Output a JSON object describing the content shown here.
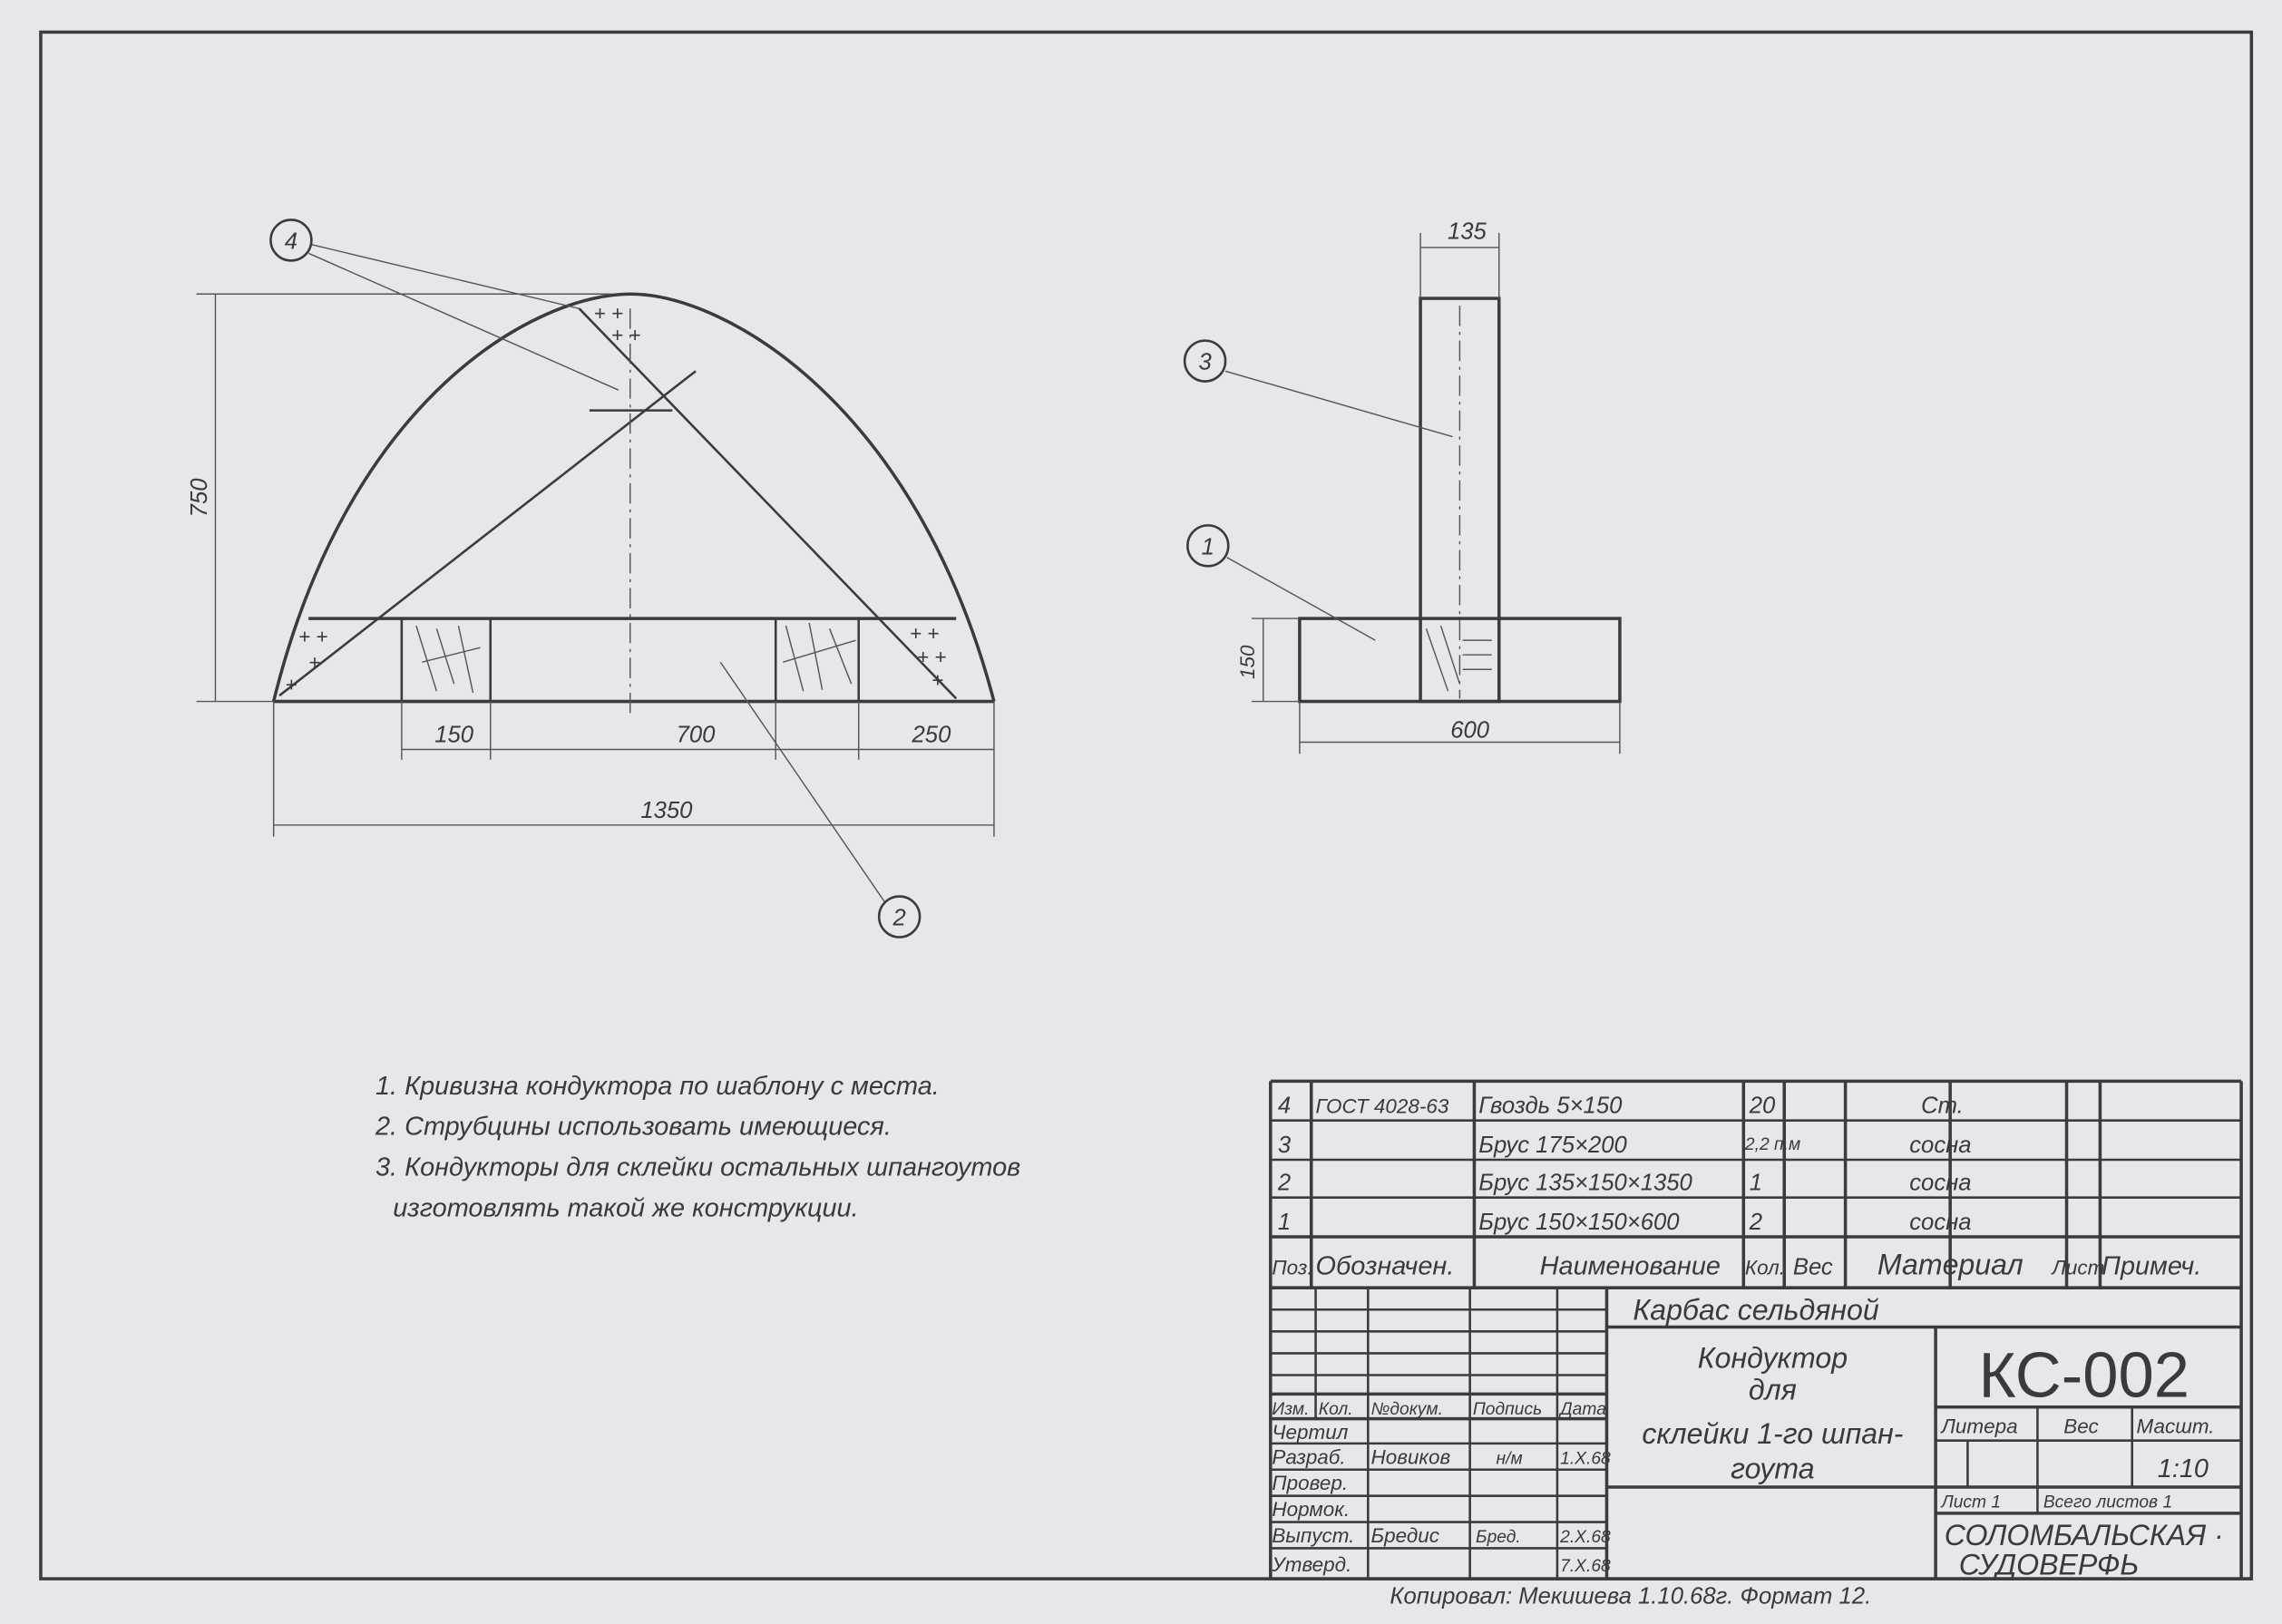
{
  "drawing": {
    "front_view": {
      "dimensions": {
        "height": "750",
        "left": "150",
        "middle": "700",
        "right": "250",
        "total": "1350"
      },
      "balloons": {
        "b4": "4",
        "b2": "2"
      }
    },
    "side_view": {
      "dimensions": {
        "width_top": "135",
        "height_base": "150",
        "width_base": "600"
      },
      "balloons": {
        "b3": "3",
        "b1": "1"
      }
    }
  },
  "notes": [
    "1. Кривизна   кондуктора по шаблону с места.",
    "2. Струбцины   использовать   имеющиеся.",
    "3. Кондукторы   для  склейки остальных шпангоутов",
    "изготовлять  такой же  конструкции."
  ],
  "spec_table": {
    "headers": {
      "pos": "Поз.",
      "designation": "Обозначен.",
      "name": "Наименование",
      "qty": "Кол.",
      "weight": "Вес",
      "material": "Материал",
      "sheet": "Лист",
      "note": "Примеч."
    },
    "rows": [
      {
        "pos": "4",
        "designation": "ГОСТ 4028-63",
        "name": "Гвоздь   5×150",
        "qty": "20",
        "material": "Ст."
      },
      {
        "pos": "3",
        "designation": "",
        "name": "Брус   175×200",
        "qty": "2,2 п.м",
        "material": "сосна"
      },
      {
        "pos": "2",
        "designation": "",
        "name": "Брус  135×150×1350",
        "qty": "1",
        "material": "сосна"
      },
      {
        "pos": "1",
        "designation": "",
        "name": "Брус  150×150×600",
        "qty": "2",
        "material": "сосна"
      }
    ]
  },
  "title_block": {
    "project": "Карбас   сельдяной",
    "title_lines": [
      "Кондуктор",
      "для",
      "склейки 1-го шпан-",
      "гоута"
    ],
    "doc_number": "КС-002",
    "litera_label": "Литера",
    "weight_label": "Вес",
    "scale_label": "Масшт.",
    "scale_value": "1:10",
    "sheet": "Лист 1",
    "sheets_total": "Всего листов 1",
    "company_lines": [
      "СОЛОМБАЛЬСКАЯ ·",
      "СУДОВЕРФЬ"
    ],
    "sign_headers": {
      "izm": "Изм.",
      "kol": "Кол.",
      "ndoc": "№докум.",
      "sign": "Подпись",
      "date": "Дата"
    },
    "roles": [
      {
        "role": "Чертил",
        "name": "",
        "sign": "",
        "date": ""
      },
      {
        "role": "Разраб.",
        "name": "Новиков",
        "sign": "н/м",
        "date": "1.X.68"
      },
      {
        "role": "Провер.",
        "name": "",
        "sign": "",
        "date": ""
      },
      {
        "role": "Нормок.",
        "name": "",
        "sign": "",
        "date": ""
      },
      {
        "role": "Выпуст.",
        "name": "Бредис",
        "sign": "Бред.",
        "date": "2.X.68"
      },
      {
        "role": "Утверд.",
        "name": "",
        "sign": "",
        "date": "7.X.68"
      }
    ],
    "copy_line": "Копировал:  Мекишева     1.10.68г.   Формат 12."
  }
}
